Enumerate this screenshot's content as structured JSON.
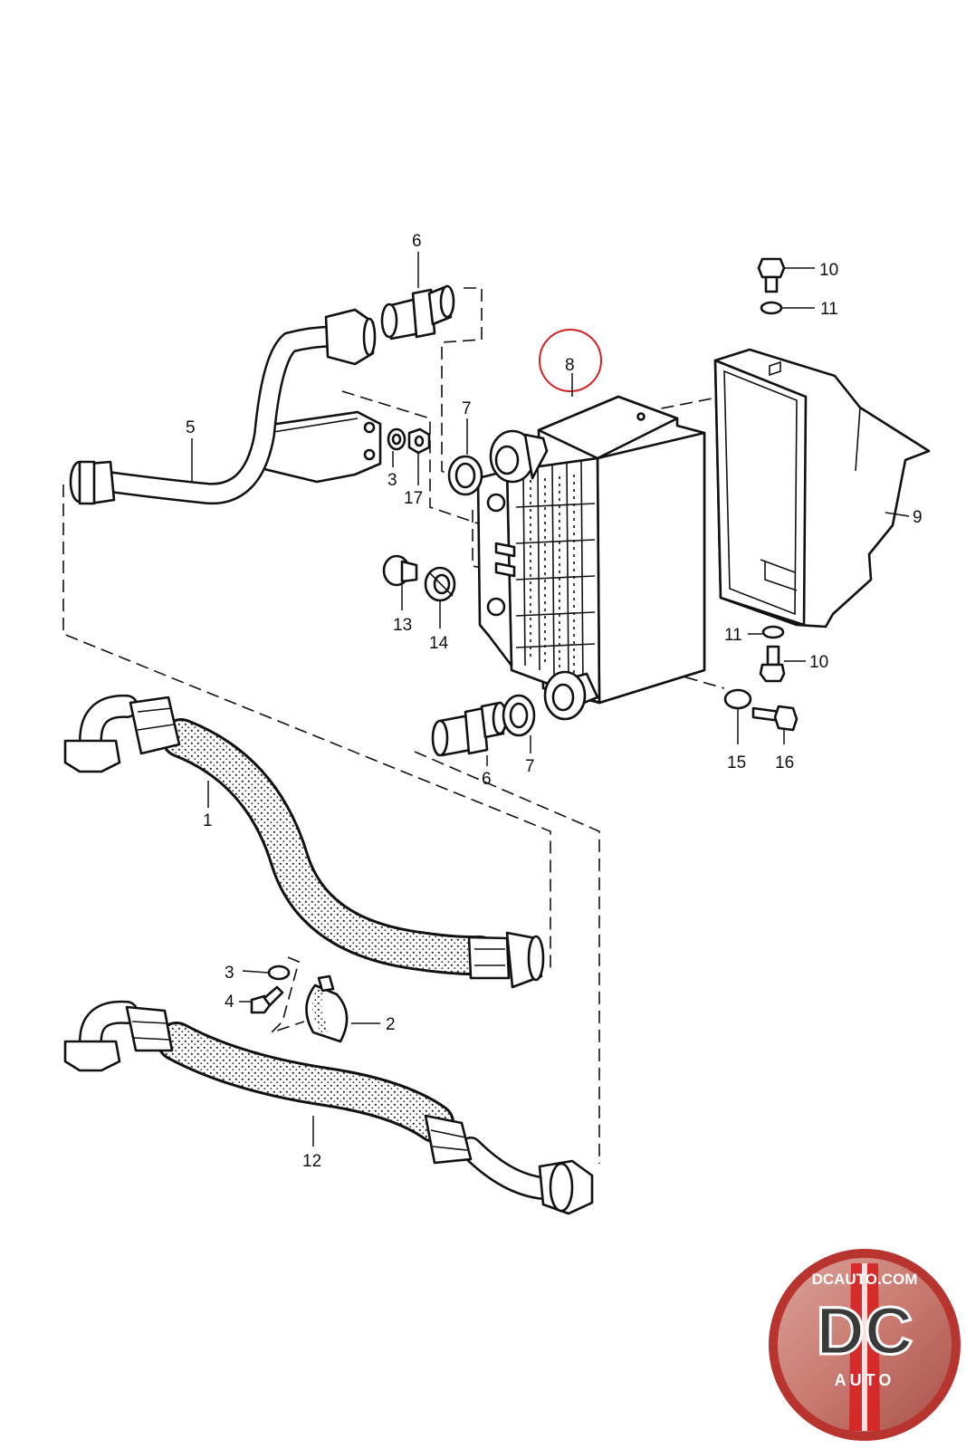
{
  "callouts": {
    "c1": "1",
    "c2": "2",
    "c3a": "3",
    "c3b": "3",
    "c4": "4",
    "c5": "5",
    "c6a": "6",
    "c6b": "6",
    "c7a": "7",
    "c7b": "7",
    "c8": "8",
    "c9": "9",
    "c10a": "10",
    "c10b": "10",
    "c11a": "11",
    "c11b": "11",
    "c12": "12",
    "c13": "13",
    "c14": "14",
    "c15": "15",
    "c16": "16",
    "c17": "17"
  },
  "highlight": {
    "part": "8",
    "color": "#d42020"
  },
  "watermark": {
    "site": "DCAUTO.COM",
    "letters": "DC",
    "sub": "AUTO",
    "ring_color": "#b8342f",
    "accent_color": "#d62222"
  }
}
